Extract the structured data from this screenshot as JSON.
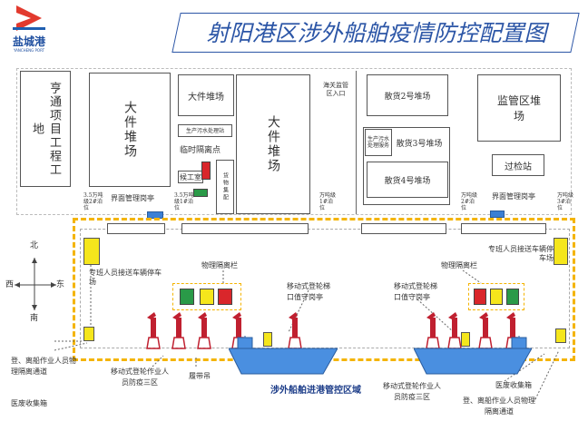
{
  "logo": {
    "name": "盐城港",
    "sub": "YANCHENG PORT"
  },
  "title": "射阳港区涉外船舶疫情防控配置图",
  "areas": {
    "hengtong": "亨通项目工程工地",
    "bulk1": "大件堆场",
    "bulk2": "大件堆场",
    "bulk3": "大件堆场",
    "sewage1": "生产污水处理站",
    "isolation": "临时隔离点",
    "wait_room": "候工室",
    "cargo_collection": "货物集配",
    "customs_entry": "海关监管区入口",
    "loose2": "散货2号堆场",
    "sewage2": "生产污水处理服务",
    "loose3": "散货3号堆场",
    "loose4": "散货4号堆场",
    "supervision": "监管区堆场",
    "checkpoint": "过检站",
    "border_left": "界面管理岗亭",
    "border_right": "界面管理岗亭",
    "berth_35_a": "3.5万吨级2#泊位",
    "berth_35_b": "3.5万吨级1#泊位",
    "berth_10_a": "万吨级1#泊位",
    "berth_10_b": "万吨级2#泊位",
    "berth_10_c": "万吨级3#泊位"
  },
  "compass": {
    "north": "北",
    "south": "南",
    "east": "东",
    "west": "西"
  },
  "labels": {
    "shuttle_left": "专班人员接送车辆停车场",
    "shuttle_right": "专班人员接送车辆停车场",
    "phys_left": "物理隔离栏",
    "phys_right": "物理隔离栏",
    "mobile_gangway_left": "移动式登轮梯口值守岗亭",
    "mobile_gangway_right": "移动式登轮梯口值守岗亭",
    "boarding_left": "登、离船作业人员物理隔离通道",
    "crane_zone_left": "移动式登轮作业人员防疫三区",
    "performance": "履带吊",
    "waste_left": "医废收集箱",
    "control_zone": "涉外船舶进港管控区域",
    "gangway_zone_right": "移动式登轮作业人员防疫三区",
    "waste_right": "医废收集箱",
    "boarding_right": "登、离船作业人员物理隔离通道"
  },
  "colors": {
    "title_blue": "#2b55a6",
    "fence_yellow": "#f4b400",
    "ship_blue": "#4a8fe0",
    "crane_red": "#c02030"
  }
}
